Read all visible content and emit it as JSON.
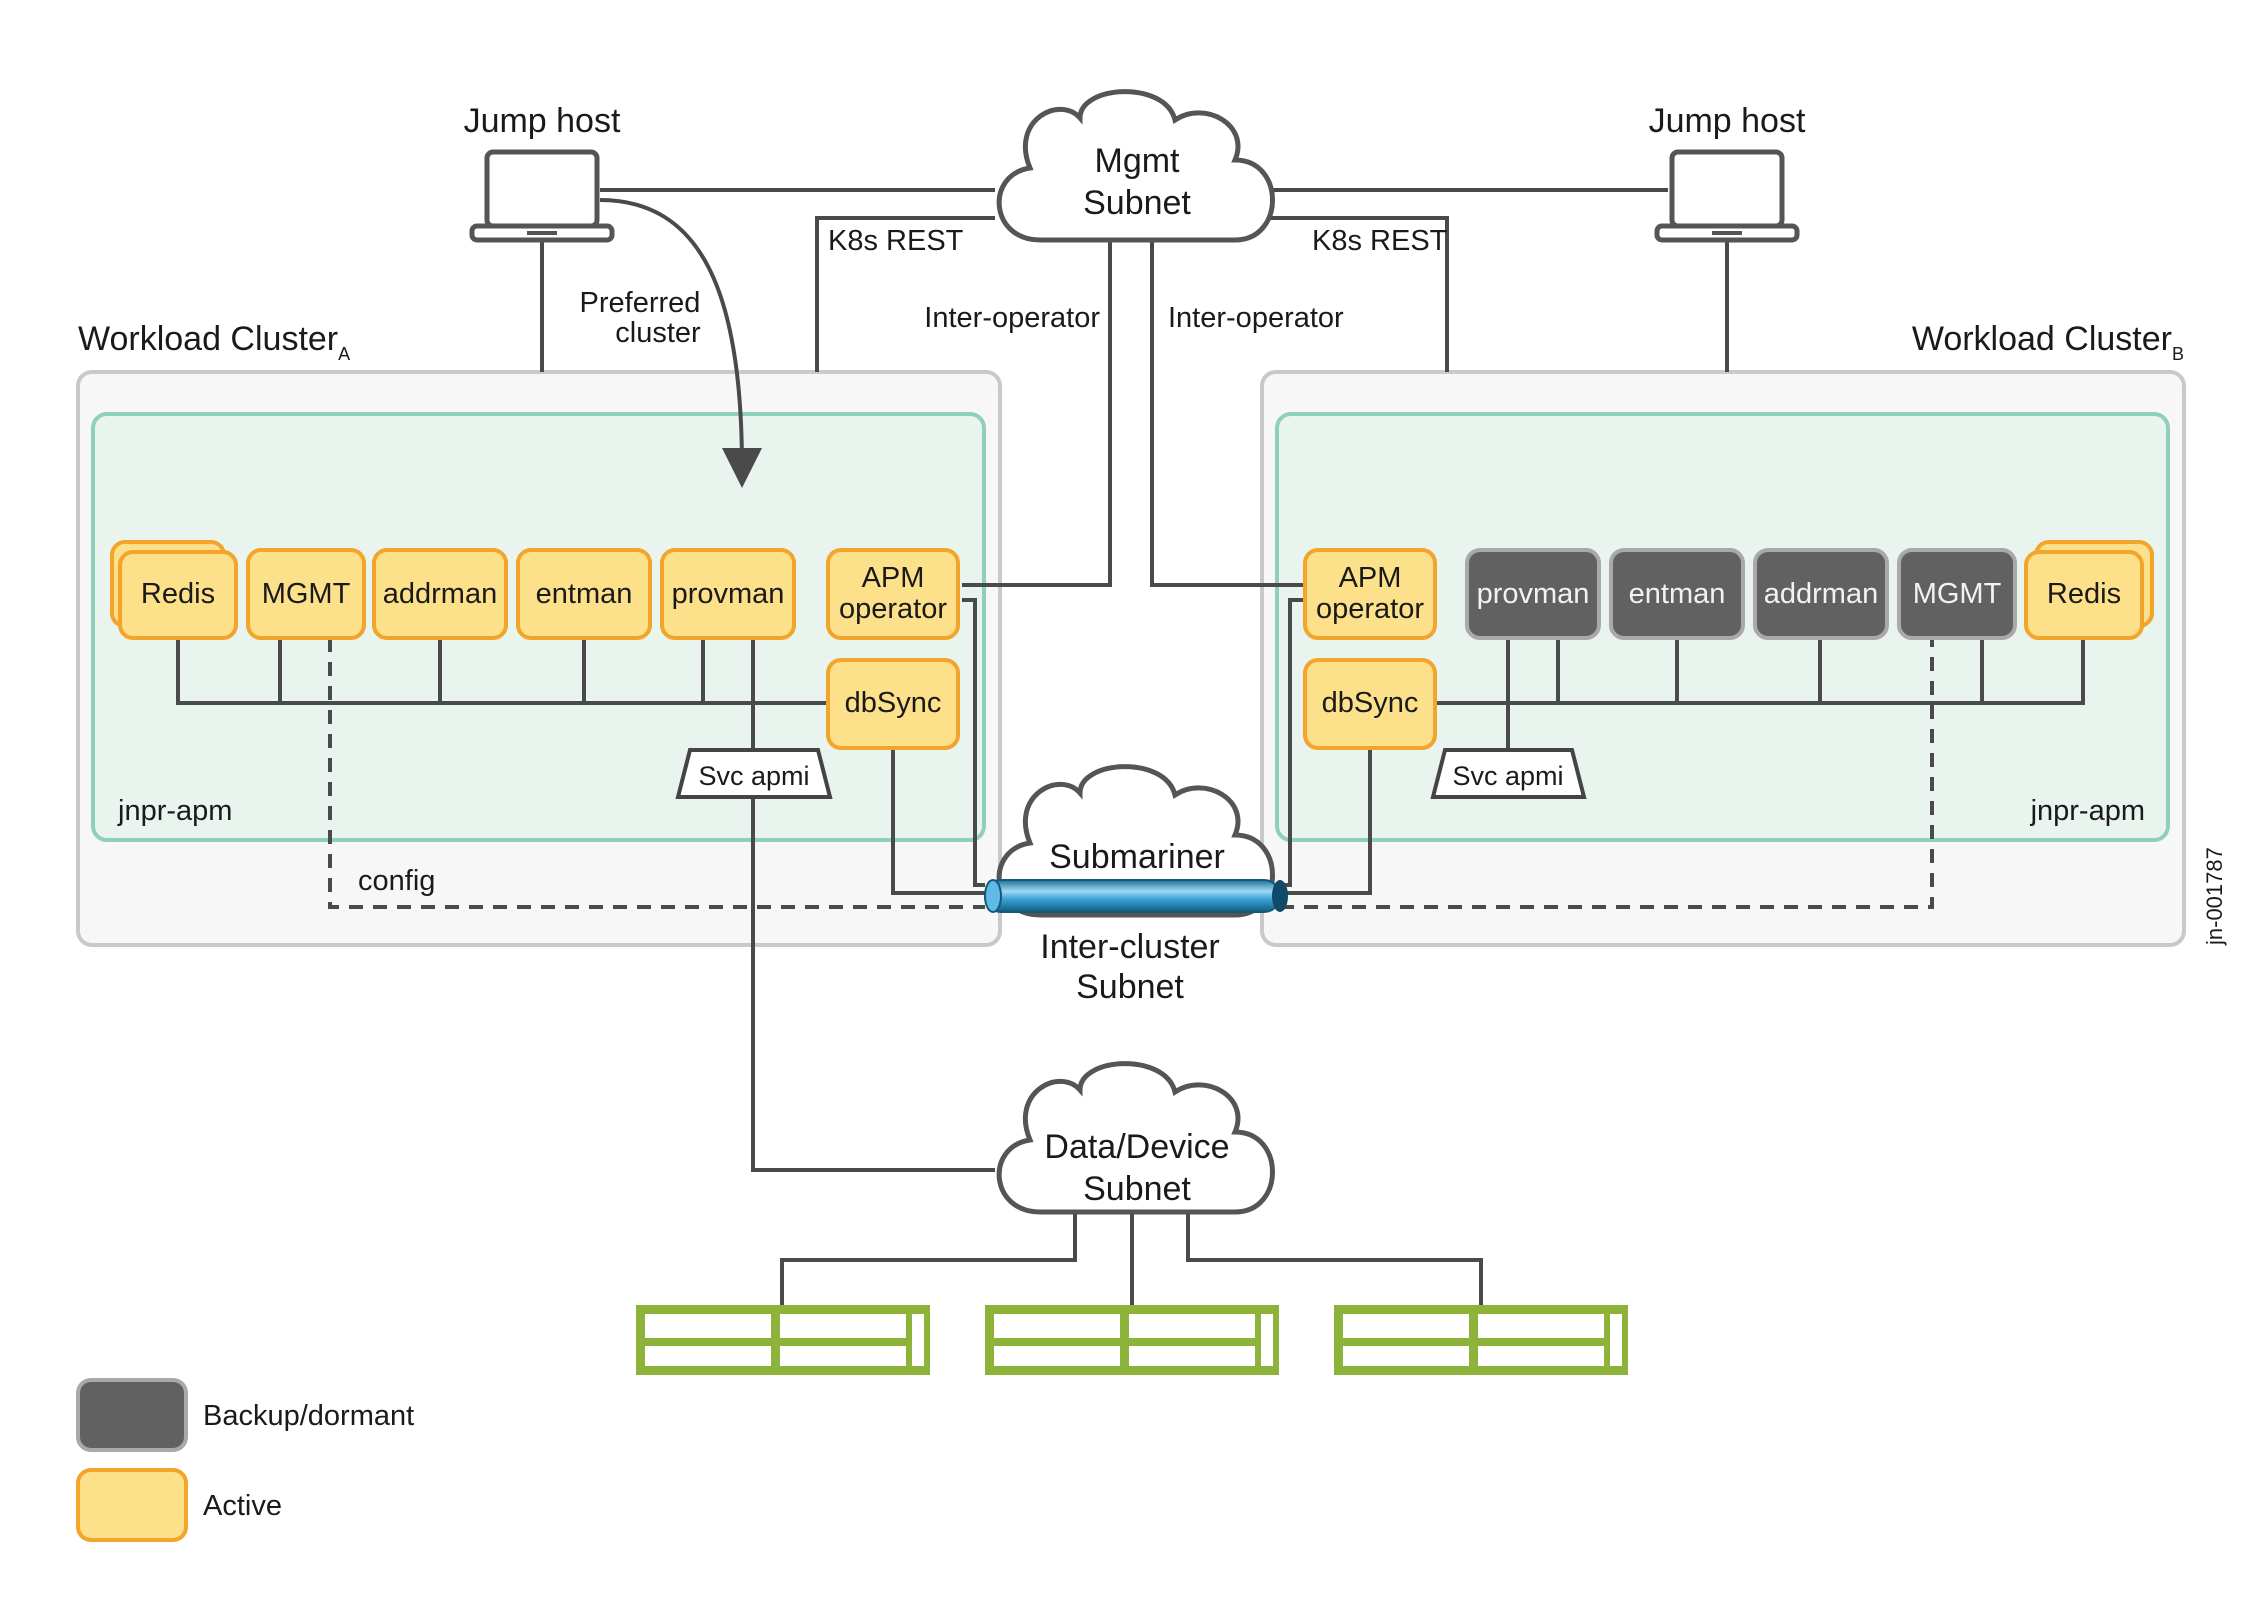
{
  "jump_hosts": {
    "left": "Jump host",
    "right": "Jump host"
  },
  "clouds": {
    "mgmt": [
      "Mgmt",
      "Subnet"
    ],
    "submariner": "Submariner",
    "inter_cluster": [
      "Inter-cluster",
      "Subnet"
    ],
    "data": [
      "Data/Device",
      "Subnet"
    ]
  },
  "links": {
    "k8s_rest_left": "K8s REST",
    "k8s_rest_right": "K8s REST",
    "inter_operator_left": "Inter-operator",
    "inter_operator_right": "Inter-operator",
    "preferred_cluster": [
      "Preferred",
      "cluster"
    ],
    "config": "config"
  },
  "cluster_a": {
    "title": "Workload Cluster",
    "subscript": "A",
    "namespace": "jnpr-apm",
    "pods": [
      "Redis",
      "MGMT",
      "addrman",
      "entman",
      "provman"
    ],
    "apm_operator": [
      "APM",
      "operator"
    ],
    "dbsync": "dbSync",
    "svc": "Svc apmi"
  },
  "cluster_b": {
    "title": "Workload Cluster",
    "subscript": "B",
    "namespace": "jnpr-apm",
    "pods": [
      "provman",
      "entman",
      "addrman",
      "MGMT",
      "Redis"
    ],
    "apm_operator": [
      "APM",
      "operator"
    ],
    "dbsync": "dbSync",
    "svc": "Svc apmi"
  },
  "legend": {
    "dormant": "Backup/dormant",
    "active": "Active"
  },
  "colors": {
    "active_fill": "#fde08a",
    "active_border": "#f2a52a",
    "dormant_fill": "#616161",
    "namespace_fill": "#eaf4ef",
    "device": "#8db33a"
  },
  "figure_id": "jn-001787"
}
